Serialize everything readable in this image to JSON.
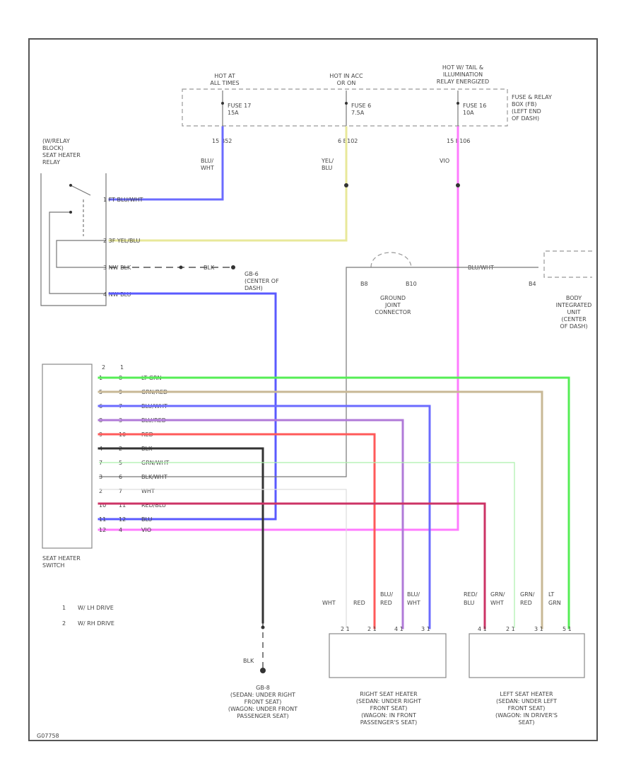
{
  "colors": {
    "blu_wht": "#6b6bff",
    "yel_blu": "#e8e89a",
    "vio": "#ff7bff",
    "blu": "#5a5aff",
    "lt_grn": "#55ee55",
    "grn_red": "#c8b896",
    "blu_red": "#b07ad8",
    "red": "#ff5a5a",
    "blk": "#333333",
    "grn_wht": "#aaf0aa",
    "blk_wht": "#777777",
    "wht": "#dddddd",
    "red_blu": "#cc3366",
    "ground_wire": "#666666"
  },
  "power": {
    "sources": [
      {
        "id": "s1",
        "lines": [
          "HOT AT",
          "ALL TIMES"
        ]
      },
      {
        "id": "s2",
        "lines": [
          "HOT IN ACC",
          "OR ON"
        ]
      },
      {
        "id": "s3",
        "lines": [
          "HOT W/ TAIL &",
          "ILLUMINATION",
          "RELAY ENERGIZED"
        ]
      }
    ],
    "fuses": [
      {
        "id": "f1",
        "lines": [
          "FUSE 17",
          "15A"
        ]
      },
      {
        "id": "f2",
        "lines": [
          "FUSE 6",
          "7.5A"
        ]
      },
      {
        "id": "f3",
        "lines": [
          "FUSE 16",
          "10A"
        ]
      }
    ],
    "fuse_box_label": [
      "FUSE & RELAY",
      "BOX (FB)",
      "(LEFT END",
      "OF DASH)"
    ],
    "connectors": [
      {
        "id": "c1",
        "text": "15  B52"
      },
      {
        "id": "c2",
        "text": "6    B102"
      },
      {
        "id": "c3",
        "text": "15    B106"
      }
    ],
    "wire_labels": [
      {
        "id": "w1",
        "lines": [
          "BLU/",
          "WHT"
        ]
      },
      {
        "id": "w2",
        "lines": [
          "YEL/",
          "BLU"
        ]
      },
      {
        "id": "w3",
        "lines": [
          "VIO"
        ]
      }
    ]
  },
  "relay": {
    "label": [
      "(W/RELAY",
      "BLOCK)",
      "SEAT HEATER",
      "RELAY"
    ],
    "pins": [
      {
        "id": "r1",
        "text": "1  FT  BLU/WHT"
      },
      {
        "id": "r2",
        "text": "2  3F  YEL/BLU"
      },
      {
        "id": "r3",
        "text": "3  NW  BLK"
      },
      {
        "id": "r4",
        "text": "4  NW  BLU"
      }
    ],
    "blk_label": "BLK",
    "ground_ref": [
      "GB-6",
      "(CENTER OF",
      "DASH)"
    ]
  },
  "ground_joint": {
    "pins": [
      "B8",
      "B10"
    ],
    "wire": "BLU/WHT",
    "label": [
      "GROUND",
      "JOINT",
      "CONNECTOR"
    ]
  },
  "biu": {
    "pin": "B4",
    "label": [
      "BODY",
      "INTEGRATED",
      "UNIT",
      "(CENTER",
      "OF DASH)"
    ]
  },
  "switch": {
    "label": [
      "SEAT HEATER",
      "SWITCH"
    ],
    "header": [
      "2",
      "1"
    ],
    "rows": [
      {
        "p2": "1",
        "p1": "8",
        "name": "LT GRN"
      },
      {
        "p2": "5",
        "p1": "9",
        "name": "GRN/RED"
      },
      {
        "p2": "6",
        "p1": "7",
        "name": "BLU/WHT"
      },
      {
        "p2": "8",
        "p1": "3",
        "name": "BLU/RED"
      },
      {
        "p2": "9",
        "p1": "10",
        "name": "RED"
      },
      {
        "p2": "4",
        "p1": "2",
        "name": "BLK"
      },
      {
        "p2": "7",
        "p1": "5",
        "name": "GRN/WHT"
      },
      {
        "p2": "3",
        "p1": "6",
        "name": "BLK/WHT"
      },
      {
        "p2": "2",
        "p1": "7",
        "name": "WHT"
      },
      {
        "p2": "10",
        "p1": "11",
        "name": "RED/BLU"
      },
      {
        "p2": "11",
        "p1": "12",
        "name": "BLU"
      },
      {
        "p2": "12",
        "p1": "4",
        "name": "VIO"
      }
    ]
  },
  "legend": [
    {
      "num": "1",
      "text": "W/ LH DRIVE"
    },
    {
      "num": "2",
      "text": "W/ RH DRIVE"
    }
  ],
  "ground_bottom": {
    "wire": "BLK",
    "label": [
      "GB-8",
      "(SEDAN: UNDER RIGHT",
      "FRONT SEAT)",
      "(WAGON: UNDER FRONT",
      "PASSENGER SEAT)"
    ]
  },
  "right_heater": {
    "wires": [
      "WHT",
      "RED",
      "BLU/",
      "RED",
      "BLU/",
      "WHT"
    ],
    "pins": [
      "2 1",
      "2 1",
      "4 1",
      "3 1"
    ],
    "label": [
      "RIGHT SEAT HEATER",
      "(SEDAN: UNDER RIGHT",
      "FRONT SEAT)",
      "(WAGON: IN FRONT",
      "PASSENGER'S SEAT)"
    ]
  },
  "left_heater": {
    "wires": [
      "RED/",
      "BLU",
      "GRN/",
      "WHT",
      "GRN/",
      "RED",
      "LT",
      "GRN"
    ],
    "pins": [
      "4 1",
      "2 1",
      "3 1",
      "5 1"
    ],
    "label": [
      "LEFT SEAT HEATER",
      "(SEDAN: UNDER LEFT",
      "FRONT SEAT)",
      "(WAGON: IN DRIVER'S",
      "SEAT)"
    ]
  },
  "figure_id": "G07758"
}
